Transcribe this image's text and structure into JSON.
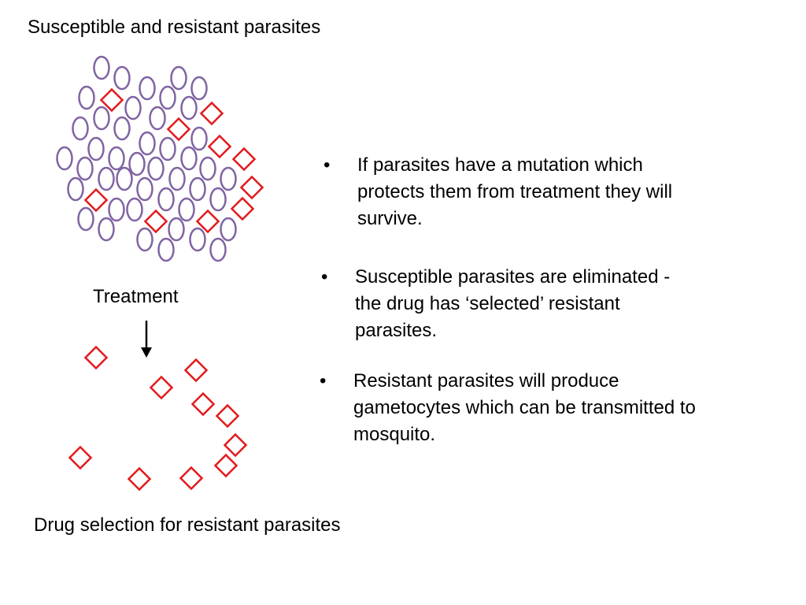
{
  "slide": {
    "title": "Susceptible and resistant parasites",
    "treatment_label": "Treatment",
    "caption": "Drug selection for resistant parasites",
    "bullet_symbol": "•",
    "bullets": [
      {
        "lines": [
          "If parasites have a mutation which",
          "protects them from treatment they will",
          "survive."
        ]
      },
      {
        "lines": [
          "Susceptible parasites are eliminated -",
          "the drug has ‘selected’ resistant",
          "parasites."
        ]
      },
      {
        "lines": [
          "Resistant parasites will produce",
          "gametocytes which can be transmitted to",
          "mosquito."
        ]
      }
    ]
  },
  "colors": {
    "susceptible_circle": "#8064a2",
    "resistant_diamond": "#e31a1c",
    "arrow": "#000000"
  },
  "icons": {
    "susceptible": "circle-outline",
    "resistant": "diamond-outline",
    "treatment_arrow": "down-arrow"
  }
}
